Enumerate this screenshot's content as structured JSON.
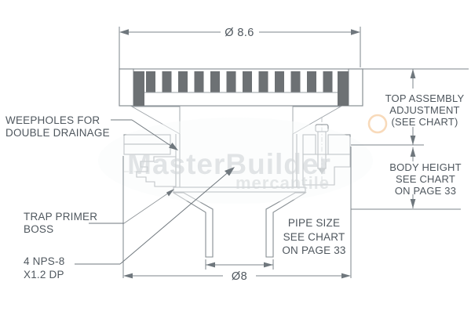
{
  "diagram": {
    "kind": "floor-drain cross-section technical drawing",
    "watermark": {
      "primary": "MasterBuilder",
      "secondary": "mercantile"
    },
    "dimensions": {
      "top_diameter": "Ø 8.6",
      "bottom_diameter": "Ø8"
    },
    "callouts": {
      "weepholes": [
        "WEEPHOLES FOR",
        "DOUBLE DRAINAGE"
      ],
      "trap_primer": [
        "TRAP PRIMER",
        "BOSS"
      ],
      "nps_boss": [
        "4 NPS-8",
        "X1.2 DP"
      ],
      "top_assembly": [
        "TOP ASSEMBLY",
        "ADJUSTMENT",
        "(SEE CHART)"
      ],
      "body_height": [
        "BODY HEIGHT",
        "SEE CHART",
        "ON PAGE 33"
      ],
      "pipe_size": [
        "PIPE SIZE",
        "SEE CHART",
        "ON PAGE 33"
      ]
    },
    "colors": {
      "line": "#868d92",
      "text": "#4f575e",
      "grate_bar": "#6d7174",
      "watermark": "#d3d7d9",
      "accent_ring": "#efae67",
      "background": "#ffffff"
    }
  }
}
